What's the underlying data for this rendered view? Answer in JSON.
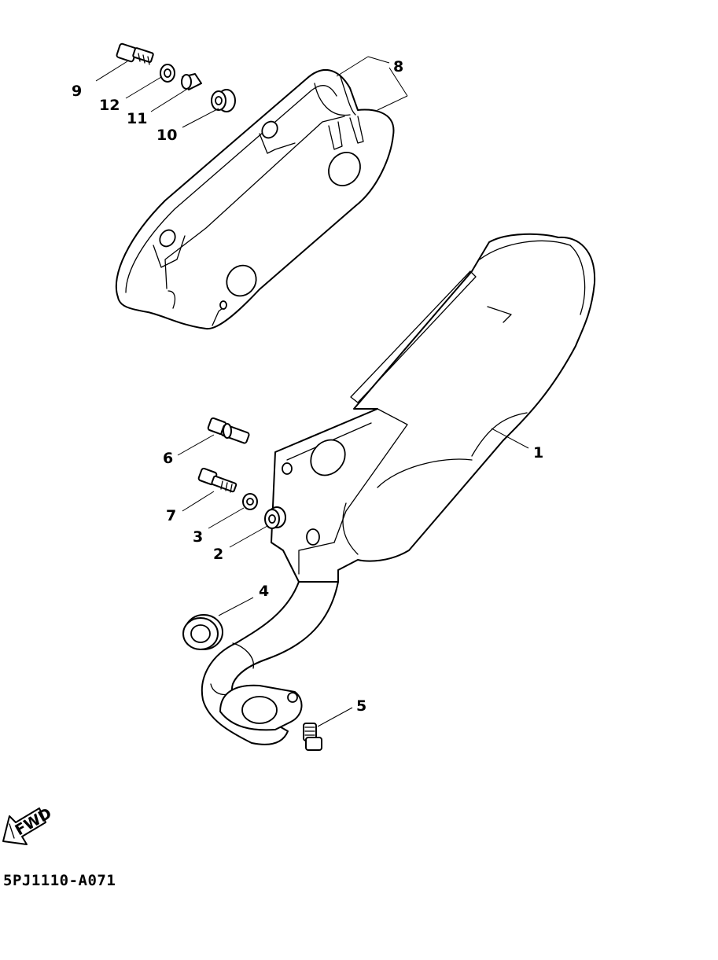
{
  "diagram": {
    "code": "5PJ1110-A071",
    "direction_label": "FWD",
    "callouts": [
      "1",
      "2",
      "3",
      "4",
      "5",
      "6",
      "7",
      "8",
      "9",
      "10",
      "11",
      "12"
    ]
  }
}
